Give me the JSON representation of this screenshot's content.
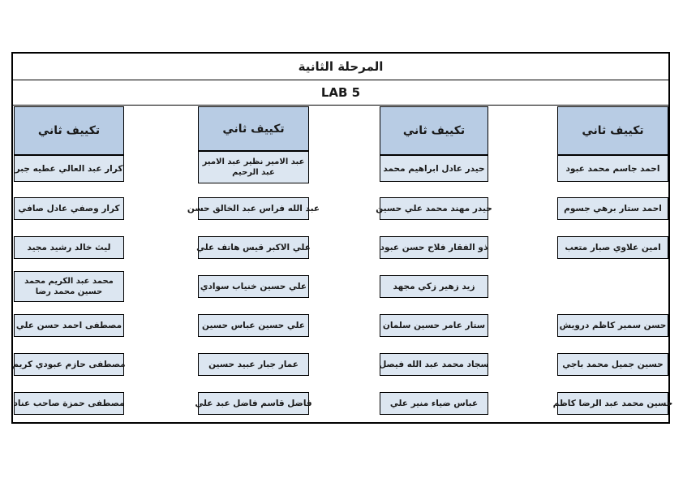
{
  "header": {
    "stage_title": "المرحلة الثانية",
    "lab_title": "LAB 5"
  },
  "groups": [
    {
      "title": "تكييف ثاني",
      "position": "rightmost",
      "students": [
        "احمد جاسم محمد عبود",
        "احمد ستار برهي جسوم",
        "امين علاوي صبار متعب",
        "حسن سمير كاظم درويش",
        "حسين جميل محمد باجي",
        "حسين محمد عبد الرضا كاظم"
      ]
    },
    {
      "title": "تكييف ثاني",
      "position": "second-from-right",
      "students": [
        "حيدر عادل ابراهيم محمد",
        "حيدر مهند محمد علي حسين",
        "ذو الفقار فلاح حسن عبود",
        "زيد زهير زكي مجهد",
        "ستار عامر حسين سلمان",
        "سجاد محمد عبد الله فيصل",
        "عباس ضياء منير علي"
      ]
    },
    {
      "title": "تكييف ثاني",
      "position": "second-from-left",
      "students": [
        "عبد الامير نظير عبد الامير عبد الرحيم",
        "عبد الله فراس عبد الخالق حسن",
        "علي الاكبر قيس هاتف علي",
        "علي حسين خنياب سوادي",
        "علي حسين عباس حسين",
        "عمار جبار عبيد حسين",
        "فاضل قاسم فاضل عبد علي"
      ]
    },
    {
      "title": "تكييف ثاني",
      "position": "leftmost",
      "students": [
        "كرار عبد العالي عطيه جبر",
        "كرار وصفي عادل صافي",
        "ليث خالد رشيد مجيد",
        "محمد عبد الكريم محمد حسين محمد رضا",
        "مصطفى احمد حسن علي",
        "مصطفى حازم عبودي كريم",
        "مصطفى حمزة صاحب عناد"
      ]
    }
  ],
  "colors": {
    "header_box_bg": "#b8cce4",
    "student_box_bg": "#dce6f1",
    "border": "#000000",
    "text": "#1a1a1a",
    "page_bg": "#ffffff"
  }
}
